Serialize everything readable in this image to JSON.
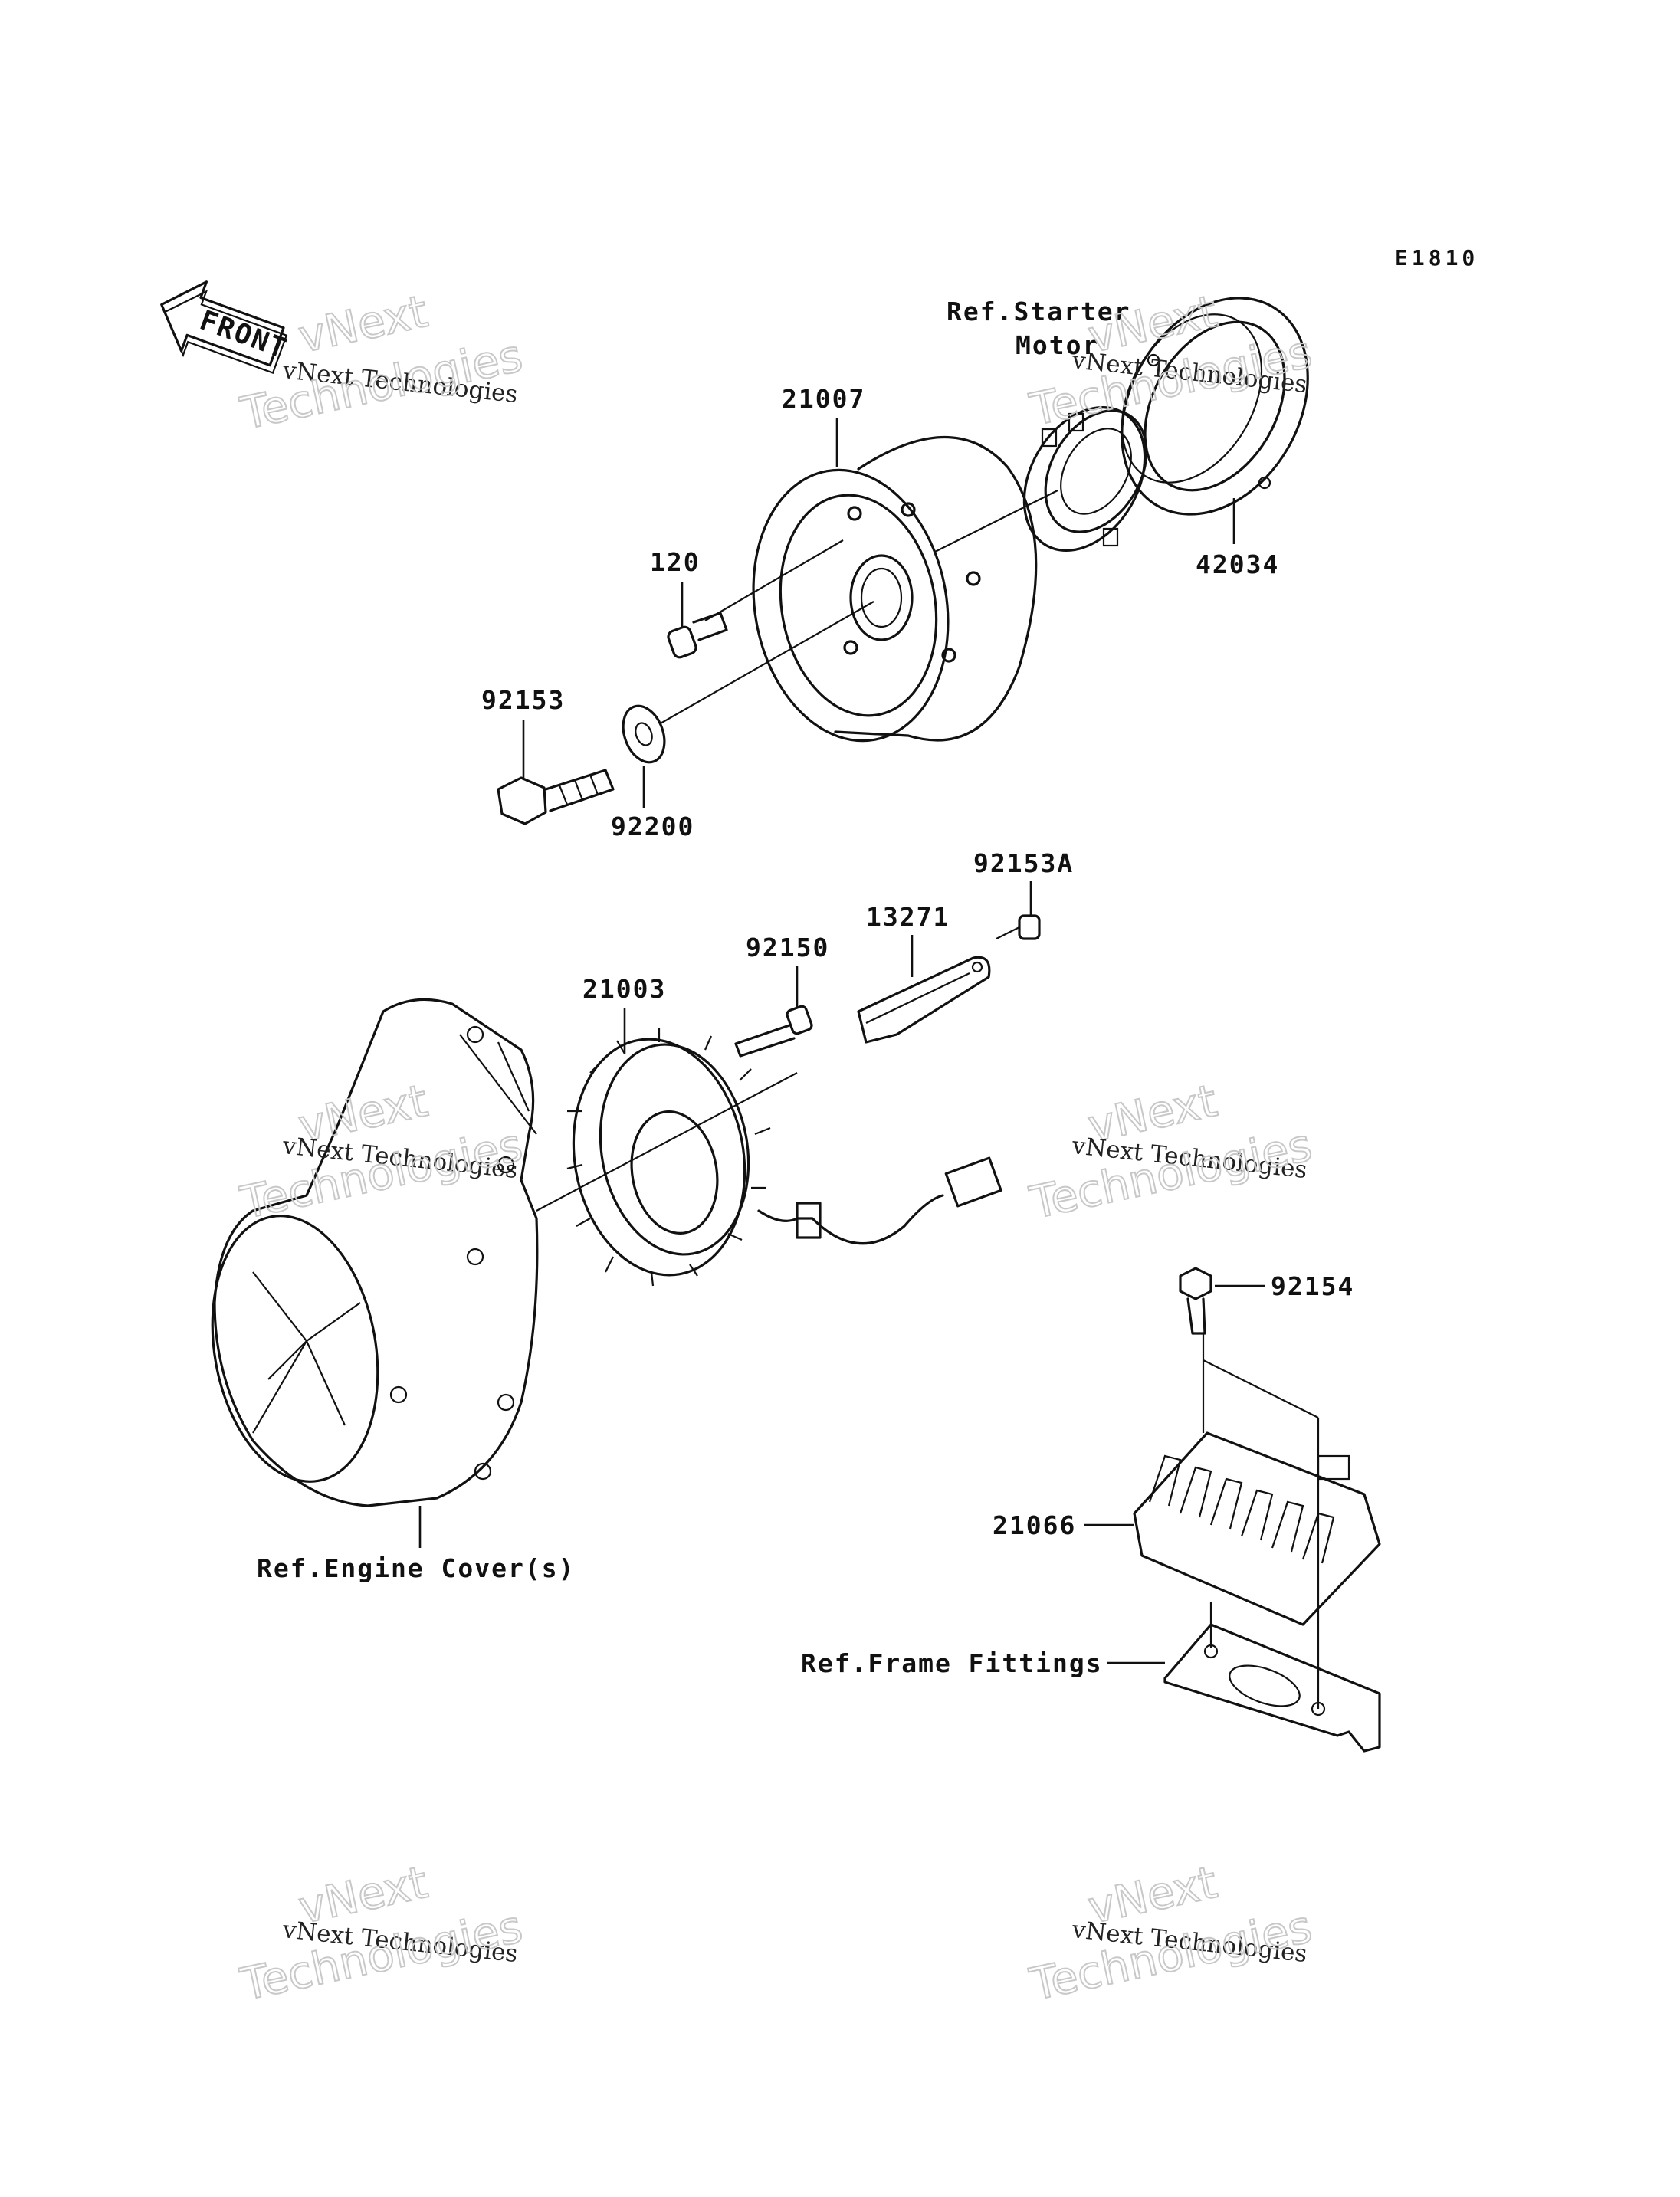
{
  "diagram": {
    "code": "E1810",
    "front_label": "FRONT",
    "labels": {
      "flywheel": "21007",
      "ref_starter_line1": "Ref.Starter",
      "ref_starter_line2": "Motor",
      "starter_clutch": "42034",
      "bolt_120": "120",
      "flywheel_bolt": "92153",
      "washer": "92200",
      "bolt_92153a": "92153A",
      "plate": "13271",
      "stator_bolt": "92150",
      "stator": "21003",
      "regulator_bolt": "92154",
      "regulator": "21066",
      "ref_engine_cover": "Ref.Engine Cover(s)",
      "ref_frame_fittings": "Ref.Frame Fittings"
    }
  },
  "watermark": {
    "line_small": "vNext Technologies",
    "line_big_1": "vNext",
    "line_big_2": "Technologies"
  }
}
